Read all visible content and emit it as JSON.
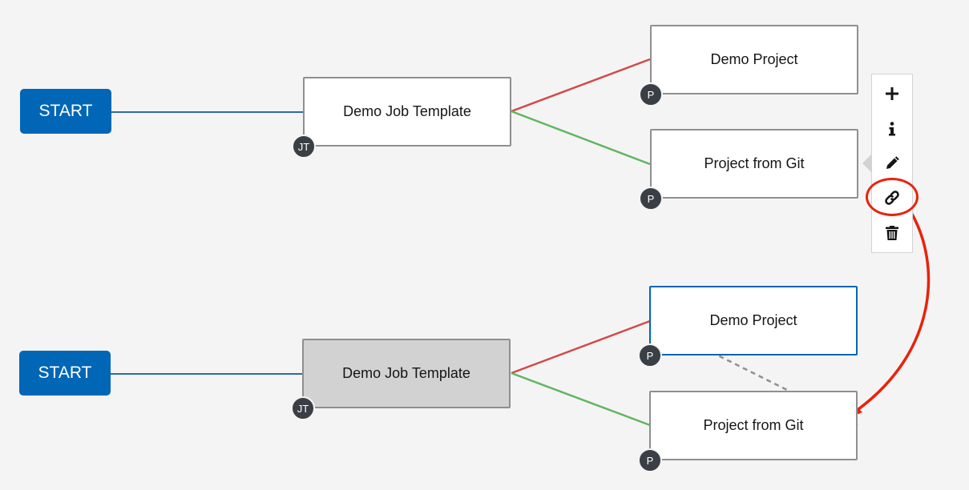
{
  "workflow_top": {
    "start_label": "START",
    "job_template": {
      "label": "Demo Job Template",
      "badge": "JT"
    },
    "failure_node": {
      "label": "Demo Project",
      "badge": "P"
    },
    "success_node": {
      "label": "Project from Git",
      "badge": "P"
    }
  },
  "workflow_bottom": {
    "start_label": "START",
    "job_template": {
      "label": "Demo Job Template",
      "badge": "JT"
    },
    "failure_node": {
      "label": "Demo Project",
      "badge": "P"
    },
    "success_node": {
      "label": "Project from Git",
      "badge": "P"
    }
  },
  "node_toolbar": {
    "tools": [
      "plus-icon",
      "info-icon",
      "pencil-icon",
      "link-icon",
      "trash-icon"
    ]
  },
  "colors": {
    "always_link": "#2f68ad",
    "failure_link": "#d1494a",
    "success_link": "#5fb65f",
    "start_button": "#0066b5",
    "annotation": "#e8230c"
  }
}
